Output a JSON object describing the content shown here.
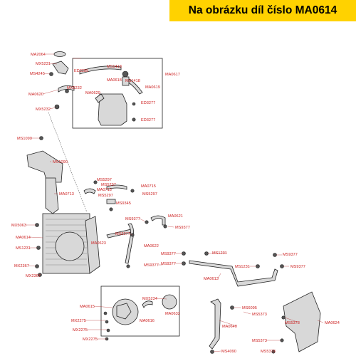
{
  "header": {
    "text": "Na obrázku díl číslo MA0614"
  },
  "labels": {
    "MA2064": "MA2064",
    "MX5231": "MX5231",
    "MS4245": "MS4245",
    "ED3289": "ED3289",
    "MS1418_a": "MS1418",
    "MS1418_b": "MS1418",
    "MA0618": "MA0618",
    "MA0617": "MA0617",
    "MX5232_a": "MX5232",
    "MA0620": "MA0620",
    "MA0619": "MA0619",
    "MA0629": "MA0629",
    "MX5232_b": "MX5232",
    "ED3277_a": "ED3277",
    "ED3277_b": "ED3277",
    "MS1090_a": "MS1090",
    "MS1090_b": "MS1090",
    "MA0713": "MA0713",
    "MS5297_a": "MS5297",
    "MS5297_b": "MS5297",
    "MS5297_c": "MS5297",
    "MS5297_d": "MS5297",
    "MA0715_a": "MA0715",
    "MA0715_b": "MA0715",
    "MS9345": "MS9345",
    "MX5063": "MX5063",
    "MA0614": "MA0614",
    "MS1231_a": "MS1231",
    "MX2367_a": "MX2367",
    "MX2367_b": "MX2367",
    "MS9377_a": "MS9377",
    "MS9377_b": "MS9377",
    "MS9377_c": "MS9377",
    "MS9377_d": "MS9377",
    "MS9377_e": "MS9377",
    "MS9377_f": "MS9377",
    "MS9377_g": "MS9377",
    "MS9377_h": "MS9377",
    "MA0621": "MA0621",
    "MA0623": "MA0623",
    "MA0622": "MA0622",
    "MS1231_b": "MS1231",
    "MS1231_c": "MS1231",
    "MA0613": "MA0613",
    "MX5234": "MX5234",
    "MA0615": "MA0615",
    "MA0632": "MA0632",
    "MA0616": "MA0616",
    "MX2275_a": "MX2275",
    "MX2275_b": "MX2275",
    "MX2275_c": "MX2275",
    "MA0640": "MA0640",
    "MS6095": "MS6095",
    "MS5373_a": "MS5373",
    "MS5373_b": "MS5373",
    "MS5373_c": "MS5373",
    "MS5373_d": "MS5373",
    "MA0624": "MA0624",
    "MS4090": "MS4090"
  },
  "colors": {
    "banner": "#ffd200",
    "label": "#cc1f1f",
    "line": "#222222"
  }
}
